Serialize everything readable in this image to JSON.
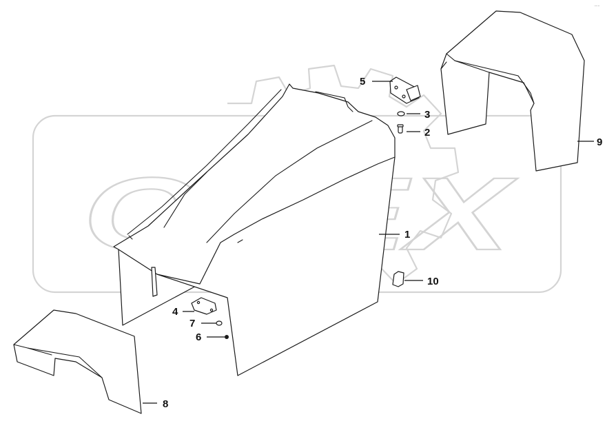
{
  "watermark": {
    "text": "OPEX",
    "color": "#d4d4d4"
  },
  "corner_code": "·-·-",
  "callouts": [
    {
      "id": "1",
      "label": "1"
    },
    {
      "id": "2",
      "label": "2"
    },
    {
      "id": "3",
      "label": "3"
    },
    {
      "id": "4",
      "label": "4"
    },
    {
      "id": "5",
      "label": "5"
    },
    {
      "id": "6",
      "label": "6"
    },
    {
      "id": "7",
      "label": "7"
    },
    {
      "id": "8",
      "label": "8"
    },
    {
      "id": "9",
      "label": "9"
    },
    {
      "id": "10",
      "label": "10"
    }
  ],
  "colors": {
    "line": "#1a1a1a",
    "background": "#ffffff"
  }
}
